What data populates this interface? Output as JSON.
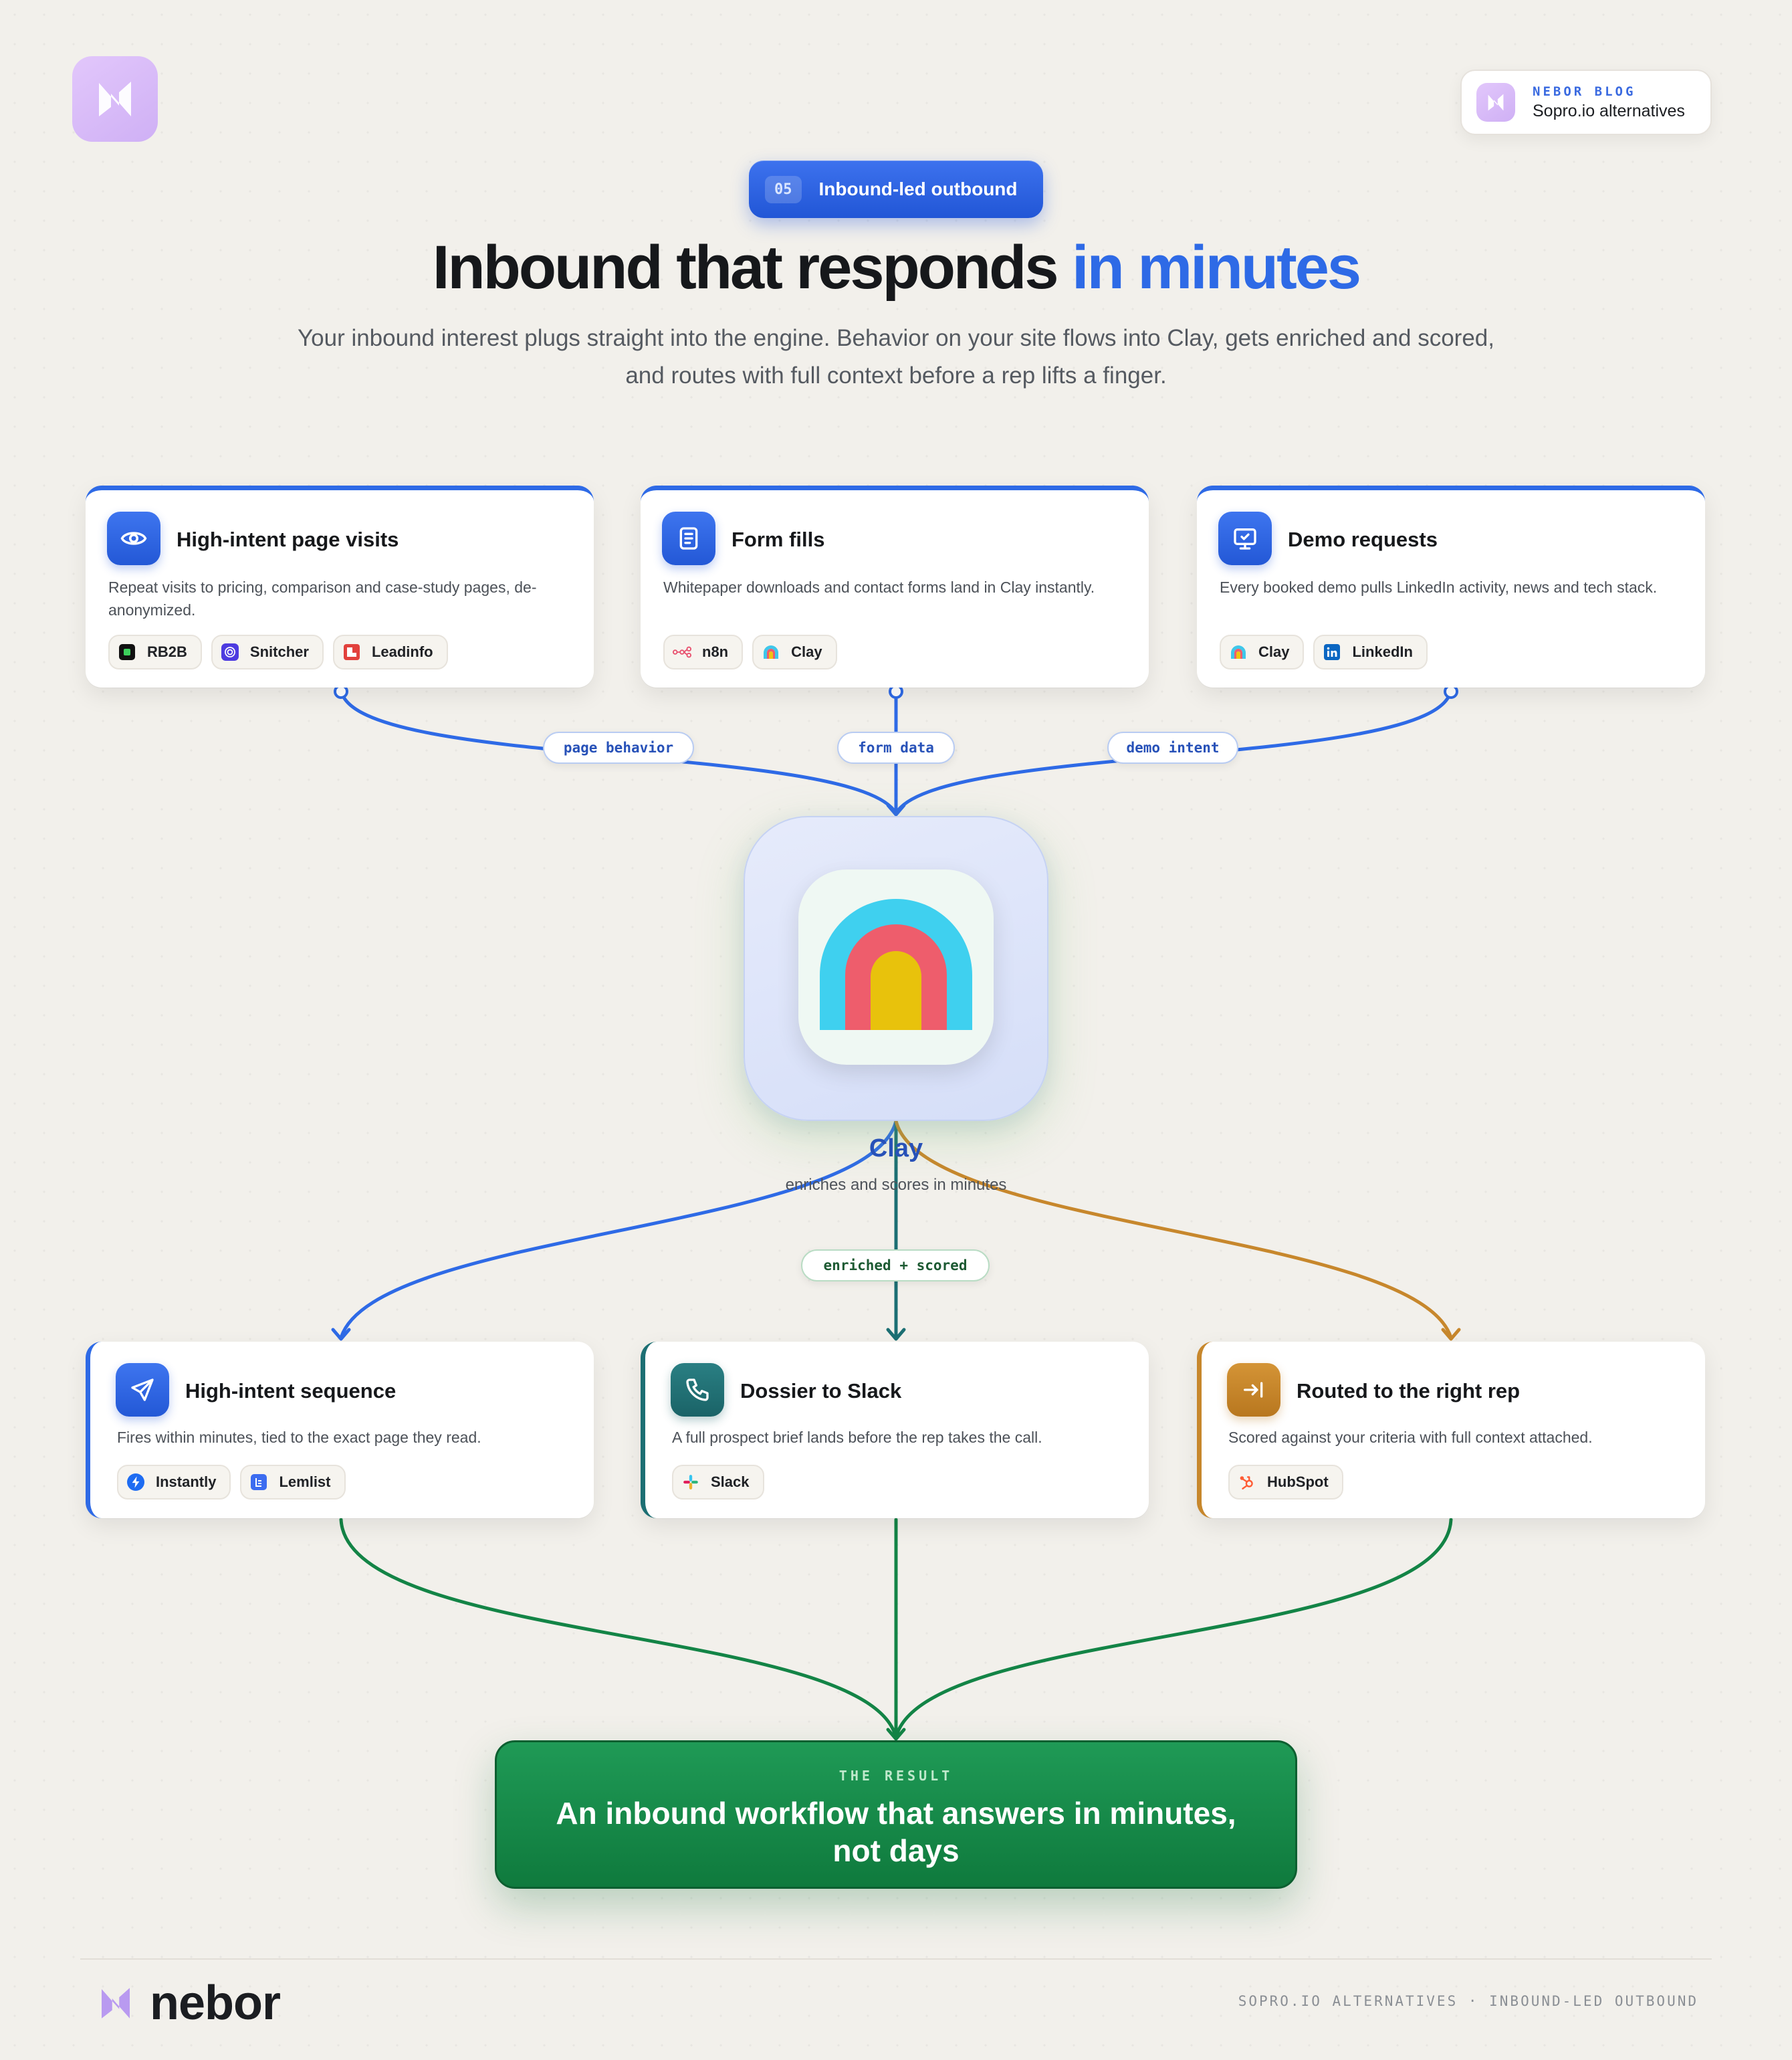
{
  "brand": {
    "logo_icon": "nebor-n-icon",
    "wordmark": "nebor",
    "colors": {
      "accent_blue": "#2e6ae6",
      "result_green": "#138446",
      "amber": "#c7872c",
      "teal": "#1c6f73",
      "logo_lilac": "#d9bdf8"
    }
  },
  "blog_badge": {
    "kicker": "NEBOR BLOG",
    "title": "Sopro.io alternatives"
  },
  "section": {
    "number": "05",
    "label": "Inbound-led outbound"
  },
  "headline": {
    "main": "Inbound that responds ",
    "accent": "in minutes"
  },
  "subheadline": "Your inbound interest plugs straight into the engine. Behavior on your site flows into Clay, gets enriched and scored, and routes with full context before a rep lifts a finger.",
  "sources": [
    {
      "title": "High-intent page visits",
      "icon": "eye-icon",
      "description": "Repeat visits to pricing, comparison and case-study pages, de-anonymized.",
      "tools": [
        {
          "name": "RB2B",
          "icon": "rb2b-icon"
        },
        {
          "name": "Snitcher",
          "icon": "snitcher-icon"
        },
        {
          "name": "Leadinfo",
          "icon": "leadinfo-icon"
        }
      ]
    },
    {
      "title": "Form fills",
      "icon": "document-icon",
      "description": "Whitepaper downloads and contact forms land in Clay instantly.",
      "tools": [
        {
          "name": "n8n",
          "icon": "n8n-icon"
        },
        {
          "name": "Clay",
          "icon": "clay-icon"
        }
      ]
    },
    {
      "title": "Demo requests",
      "icon": "monitor-check-icon",
      "description": "Every booked demo pulls LinkedIn activity, news and tech stack.",
      "tools": [
        {
          "name": "Clay",
          "icon": "clay-icon"
        },
        {
          "name": "LinkedIn",
          "icon": "linkedin-icon"
        }
      ]
    }
  ],
  "edges_in": [
    "page behavior",
    "form data",
    "demo intent"
  ],
  "hub": {
    "name": "Clay",
    "subtitle": "enriches and scores in minutes",
    "icon": "clay-arch-icon"
  },
  "edge_out": "enriched + scored",
  "outputs": [
    {
      "title": "High-intent sequence",
      "icon": "send-icon",
      "description": "Fires within minutes, tied to the exact page they read.",
      "tools": [
        {
          "name": "Instantly",
          "icon": "instantly-icon"
        },
        {
          "name": "Lemlist",
          "icon": "lemlist-icon"
        }
      ]
    },
    {
      "title": "Dossier to Slack",
      "icon": "phone-icon",
      "description": "A full prospect brief lands before the rep takes the call.",
      "tools": [
        {
          "name": "Slack",
          "icon": "slack-icon"
        }
      ]
    },
    {
      "title": "Routed to the right rep",
      "icon": "route-arrow-icon",
      "description": "Scored against your criteria with full context attached.",
      "tools": [
        {
          "name": "HubSpot",
          "icon": "hubspot-icon"
        }
      ]
    }
  ],
  "result": {
    "kicker": "THE RESULT",
    "text": "An inbound workflow that answers in minutes, not days"
  },
  "footer": {
    "meta": "SOPRO.IO ALTERNATIVES · INBOUND-LED OUTBOUND"
  }
}
